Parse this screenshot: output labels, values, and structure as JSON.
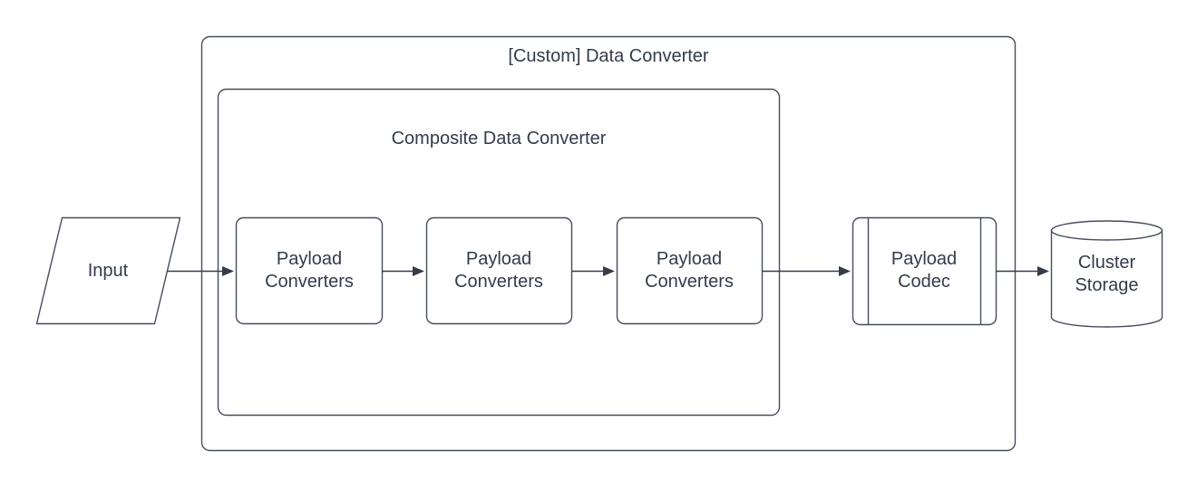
{
  "diagram": {
    "outer_container": {
      "label": "[Custom] Data Converter",
      "shape": "rounded-rectangle-group"
    },
    "inner_container": {
      "label": "Composite Data Converter",
      "shape": "rounded-rectangle-group"
    },
    "nodes": [
      {
        "id": "input",
        "label": "Input",
        "shape": "parallelogram"
      },
      {
        "id": "payload-converter-1",
        "label": "Payload Converters",
        "shape": "rounded-rectangle"
      },
      {
        "id": "payload-converter-2",
        "label": "Payload Converters",
        "shape": "rounded-rectangle"
      },
      {
        "id": "payload-converter-3",
        "label": "Payload Converters",
        "shape": "rounded-rectangle"
      },
      {
        "id": "payload-codec",
        "label": "Payload Codec",
        "shape": "predefined-process"
      },
      {
        "id": "cluster-storage",
        "label": "Cluster Storage",
        "shape": "cylinder"
      }
    ],
    "flow": [
      "input -> payload-converter-1",
      "payload-converter-1 -> payload-converter-2",
      "payload-converter-2 -> payload-converter-3",
      "payload-converter-3 -> payload-codec",
      "payload-codec -> cluster-storage"
    ],
    "colors": {
      "shape_stroke": "#454d5c",
      "arrow_stroke": "#343c4a",
      "text": "#333b4a",
      "fill": "#ffffff"
    }
  }
}
